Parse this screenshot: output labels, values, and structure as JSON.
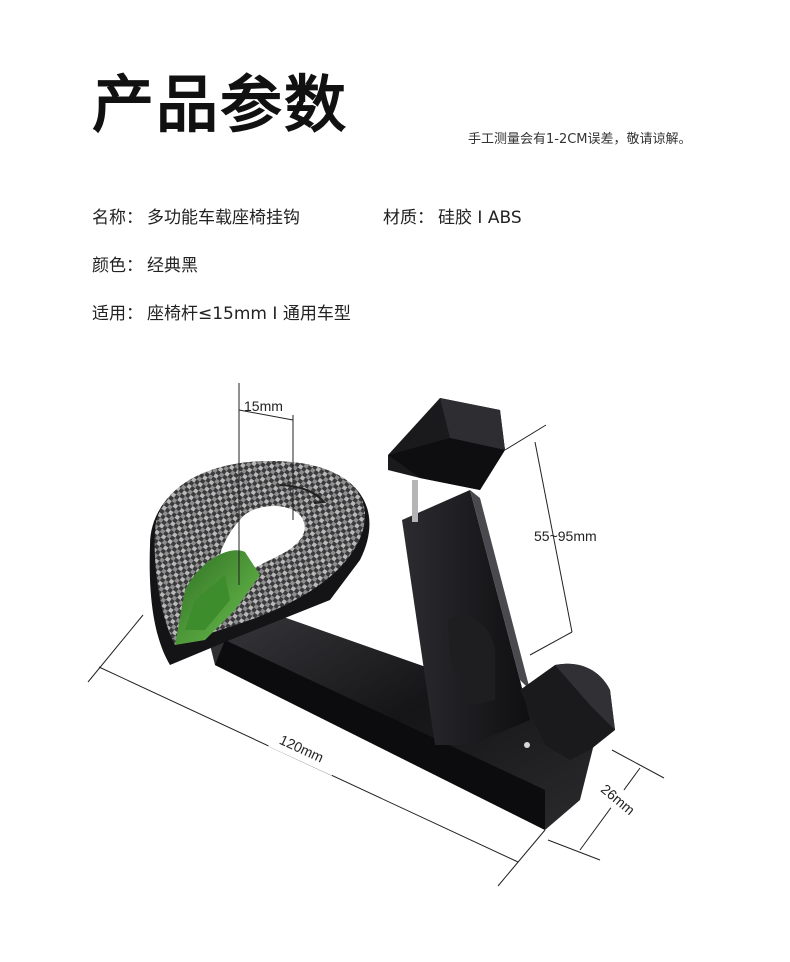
{
  "header": {
    "title": "产品参数",
    "note": "手工测量会有1-2CM误差，敬请谅解。"
  },
  "specs": {
    "name": {
      "label": "名称：",
      "value": "多功能车载座椅挂钩"
    },
    "material": {
      "label": "材质：",
      "value": "硅胶 I ABS"
    },
    "color": {
      "label": "颜色：",
      "value": "经典黑"
    },
    "use": {
      "label": "适用：",
      "value": "座椅杆≤15mm I 通用车型"
    }
  },
  "dimensions": {
    "hook_opening": "15mm",
    "clamp_range": "55~95mm",
    "length": "120mm",
    "width": "26mm"
  },
  "colors": {
    "body": "#1b1b1d",
    "accent": "#4caf3a",
    "carbon": "#9a9a9a"
  }
}
